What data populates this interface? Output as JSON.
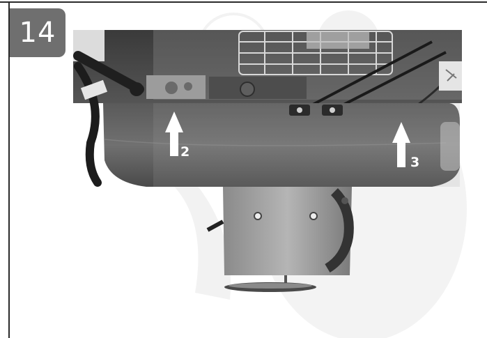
{
  "step": {
    "number": "14"
  },
  "callouts": [
    {
      "label": "2"
    },
    {
      "label": "3"
    }
  ],
  "icons": {
    "photo": "mower-deck-underside-photo",
    "arrow": "up-arrow-icon",
    "watermark": "brand-watermark"
  }
}
